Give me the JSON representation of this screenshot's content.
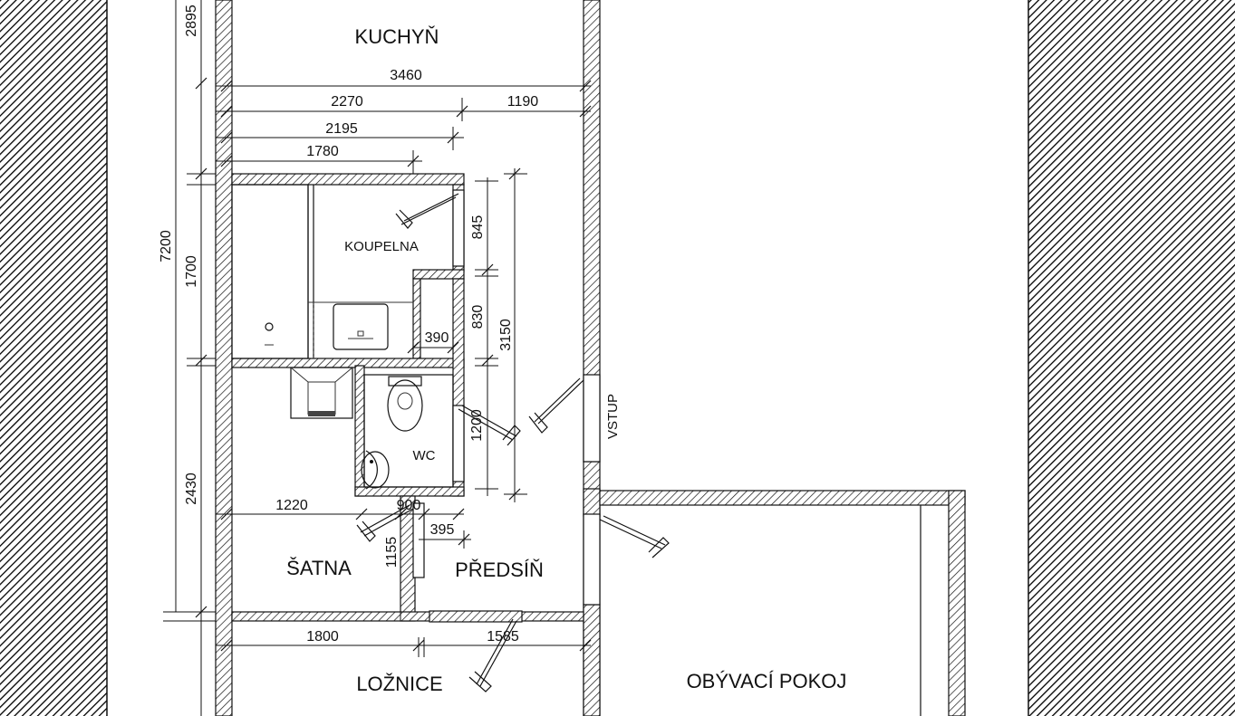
{
  "rooms": {
    "kitchen": "KUCHYŇ",
    "bathroom": "KOUPELNA",
    "wc": "WC",
    "entry": "VSTUP",
    "wardrobe": "ŠATNA",
    "hallway": "PŘEDSÍŇ",
    "bedroom": "LOŽNICE",
    "living_room": "OBÝVACÍ POKOJ"
  },
  "dimensions": {
    "d_2895": "2895",
    "d_3460": "3460",
    "d_2270": "2270",
    "d_1190": "1190",
    "d_2195": "2195",
    "d_1780": "1780",
    "d_7200": "7200",
    "d_1700": "1700",
    "d_845": "845",
    "d_830": "830",
    "d_3150": "3150",
    "d_390": "390",
    "d_1200": "1200",
    "d_2430": "2430",
    "d_1220": "1220",
    "d_900": "900",
    "d_395": "395",
    "d_1155": "1155",
    "d_1800": "1800",
    "d_1585": "1585"
  }
}
